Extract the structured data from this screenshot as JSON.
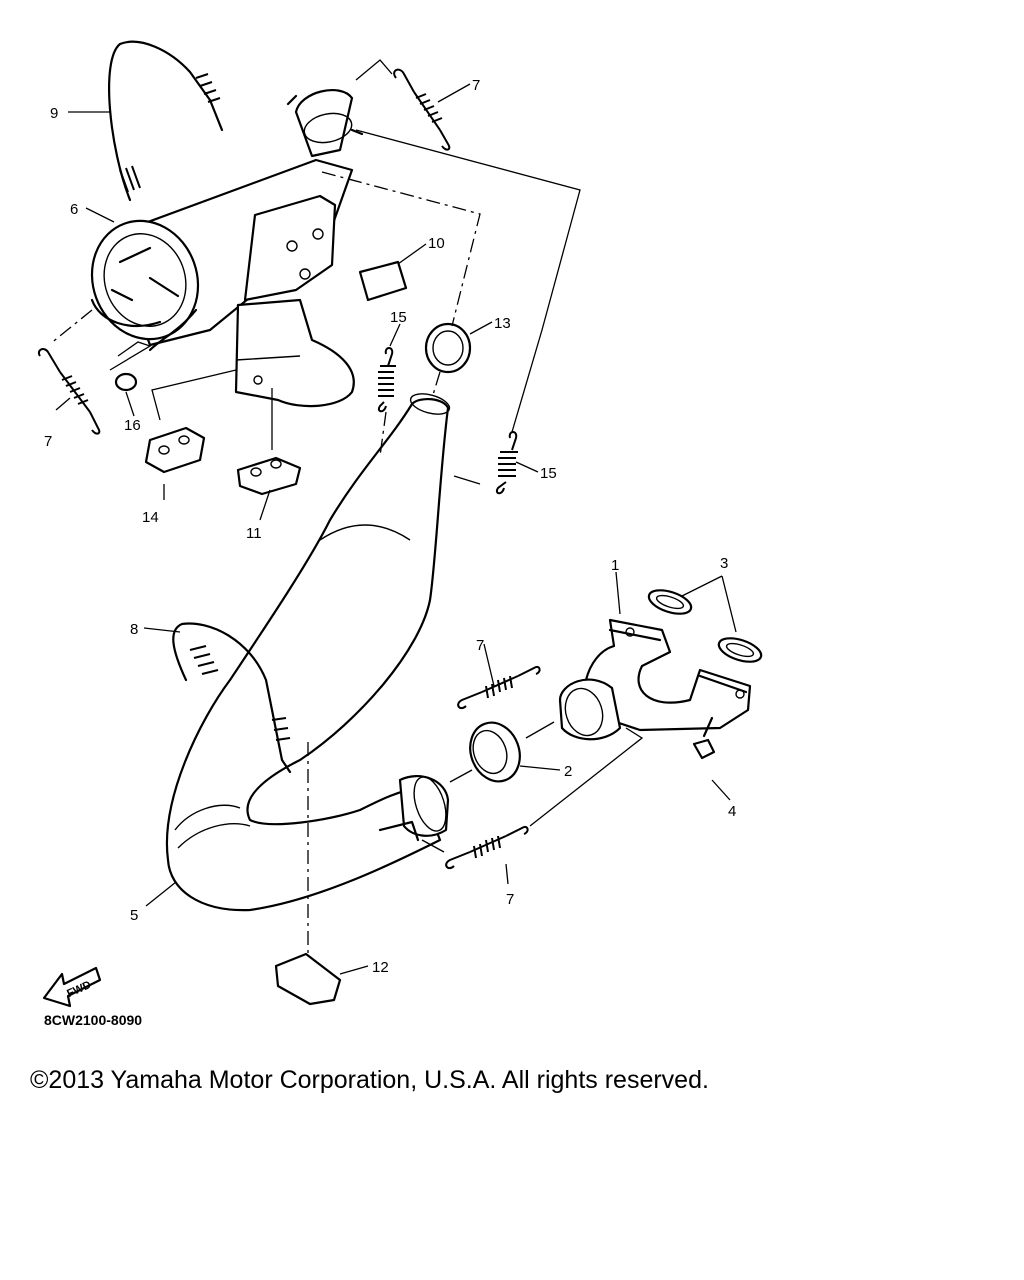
{
  "diagram": {
    "code": "8CW2100-8090",
    "fwd_label": "FWD",
    "callouts": [
      "1",
      "2",
      "3",
      "4",
      "5",
      "6",
      "7",
      "7",
      "7",
      "7",
      "8",
      "9",
      "10",
      "11",
      "12",
      "13",
      "14",
      "15",
      "15",
      "16"
    ]
  },
  "footer": {
    "copyright": "©2013 Yamaha Motor Corporation, U.S.A. All rights reserved."
  }
}
